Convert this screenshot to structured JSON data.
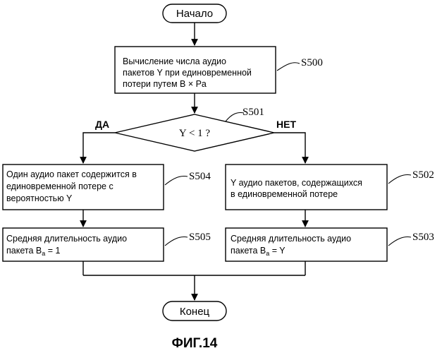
{
  "start": {
    "label": "Начало"
  },
  "end": {
    "label": "Конец"
  },
  "s500": {
    "id": "S500",
    "lines": [
      "Вычисление числа аудио",
      "пакетов Y при единовременной",
      "потери путем B × Pa"
    ]
  },
  "s501": {
    "id": "S501",
    "condition": "Y < 1 ?",
    "yes_label": "ДА",
    "no_label": "НЕТ"
  },
  "s504": {
    "id": "S504",
    "lines": [
      "Один аудио пакет содержится в",
      "единовременной потере с",
      "вероятностью Y"
    ]
  },
  "s502": {
    "id": "S502",
    "lines": [
      "Y аудио пакетов, содержащихся",
      "в единовременной потере"
    ]
  },
  "s505": {
    "id": "S505",
    "line1": "Средняя длительность аудио",
    "line2_prefix": "пакета B",
    "line2_sub": "a",
    "line2_suffix": " = 1"
  },
  "s503": {
    "id": "S503",
    "line1": "Средняя длительность аудио",
    "line2_prefix": "пакета B",
    "line2_sub": "a",
    "line2_suffix": " = Y"
  },
  "figure_label": "ФИГ.14"
}
